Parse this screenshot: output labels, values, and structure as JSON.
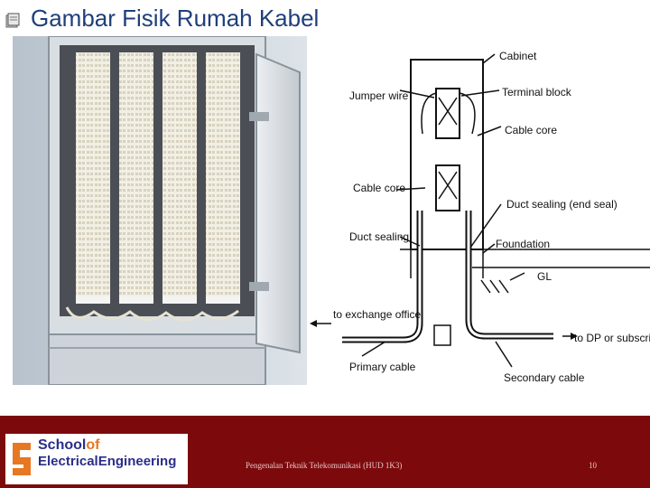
{
  "slide": {
    "title": "Gambar Fisik Rumah Kabel",
    "bullet_icon": "book-icon",
    "footer_text": "Pengenalan Teknik Telekomunikasi (HUD 1K3)",
    "page_number": "10"
  },
  "logo": {
    "line1_main": "School",
    "line1_suffix": "of",
    "line2": "ElectricalEngineering"
  },
  "diagram": {
    "labels": {
      "cabinet": "Cabinet",
      "jumper_wire": "Jumper wire",
      "terminal_block": "Terminal block",
      "cable_core_right": "Cable core",
      "cable_core_left": "Cable core",
      "duct_sealing_end": "Duct sealing (end seal)",
      "duct_sealing": "Duct sealing",
      "foundation": "Foundation",
      "gl": "GL",
      "to_exchange": "to exchange office",
      "to_dp": "to DP or  subscriber",
      "primary_cable": "Primary cable",
      "secondary_cable": "Secondary cable"
    }
  },
  "colors": {
    "title": "#1f3f7a",
    "footer": "#7c0a0d",
    "logo_blue": "#2b2f88",
    "logo_orange": "#e87722"
  }
}
